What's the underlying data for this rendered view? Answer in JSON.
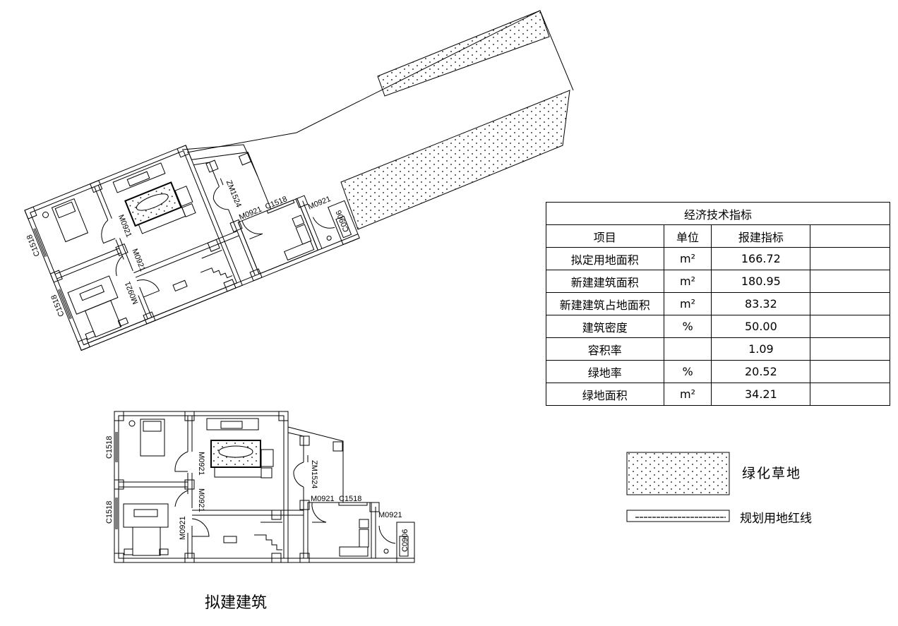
{
  "plan_labels": {
    "window_c1518": "C1518",
    "door_m0921": "M0921",
    "door_zm1524": "ZM1524",
    "window_c0906": "C0906"
  },
  "caption": "拟建建筑",
  "table": {
    "title": "经济技术指标",
    "headers": [
      "项目",
      "单位",
      "报建指标",
      ""
    ],
    "rows": [
      {
        "item": "拟定用地面积",
        "unit": "m²",
        "value": "166.72"
      },
      {
        "item": "新建建筑面积",
        "unit": "m²",
        "value": "180.95"
      },
      {
        "item": "新建建筑占地面积",
        "unit": "m²",
        "value": "83.32"
      },
      {
        "item": "建筑密度",
        "unit": "%",
        "value": "50.00"
      },
      {
        "item": "容积率",
        "unit": "",
        "value": "1.09"
      },
      {
        "item": "绿地率",
        "unit": "%",
        "value": "20.52"
      },
      {
        "item": "绿地面积",
        "unit": "m²",
        "value": "34.21"
      }
    ]
  },
  "legend": {
    "green_label": "绿化草地",
    "redline_label": "规划用地红线"
  }
}
